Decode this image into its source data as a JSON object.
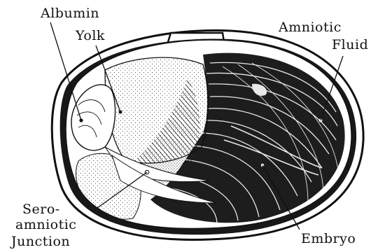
{
  "labels": {
    "albumin": "Albumin",
    "yolk": "Yolk",
    "amniotic_line1": "Amniotic",
    "amniotic_line2": "Fluid",
    "sero_line1": "Sero-",
    "sero_line2": "amniotic",
    "sero_line3": "Junction",
    "embryo": "Embryo"
  },
  "colors": {
    "ink": "#111111",
    "paper": "#ffffff"
  }
}
